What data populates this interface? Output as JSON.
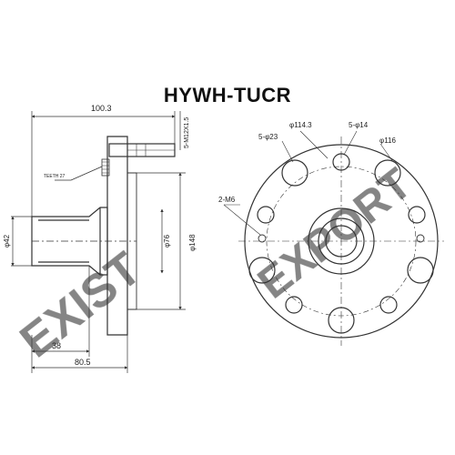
{
  "title": "HYWH-TUCR",
  "watermark": {
    "left": "EXIST",
    "right": "EXPORT",
    "color": "#e3b3b3"
  },
  "side_view": {
    "dim_top_width": "100.3",
    "dim_stud_thread": "5-M12X1.5",
    "label_teeth": "TEETH 27",
    "dim_bore": "φ42",
    "dim_pilot": "φ76",
    "dim_flange": "φ148",
    "dim_hub_length": "38",
    "dim_overall_length": "80.5"
  },
  "front_view": {
    "dim_pcd": "φ114.3",
    "dim_stud_holes": "5-φ14",
    "dim_large_holes": "5-φ23",
    "dim_outer_pcd": "φ116",
    "dim_threaded_holes": "2-M6"
  },
  "colors": {
    "line": "#333333",
    "title": "#111111"
  }
}
